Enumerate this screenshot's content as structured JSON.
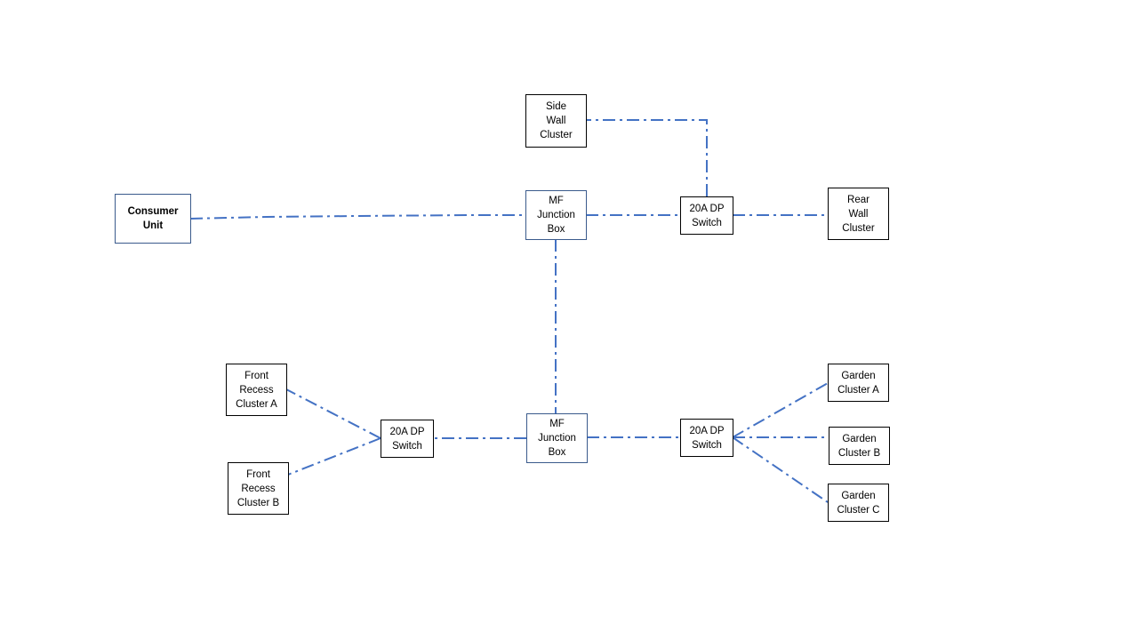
{
  "colors": {
    "wire": "#4472c4",
    "box_border": "#000000",
    "source_border": "#3a5a8c",
    "background": "#ffffff"
  },
  "nodes": {
    "consumer_unit": "Consumer\nUnit",
    "mf_junction_box_top": "MF\nJunction\nBox",
    "mf_junction_box_bottom": "MF\nJunction\nBox",
    "switch_top": "20A DP\nSwitch",
    "switch_left": "20A DP\nSwitch",
    "switch_right": "20A DP\nSwitch",
    "side_wall_cluster": "Side\nWall\nCluster",
    "rear_wall_cluster": "Rear\nWall\nCluster",
    "front_recess_cluster_a": "Front\nRecess\nCluster A",
    "front_recess_cluster_b": "Front\nRecess\nCluster B",
    "garden_cluster_a": "Garden\nCluster A",
    "garden_cluster_b": "Garden\nCluster B",
    "garden_cluster_c": "Garden\nCluster C"
  },
  "connections": [
    {
      "from": "consumer_unit",
      "to": "mf_junction_box_top"
    },
    {
      "from": "mf_junction_box_top",
      "to": "switch_top"
    },
    {
      "from": "switch_top",
      "to": "rear_wall_cluster"
    },
    {
      "from": "switch_top",
      "to": "side_wall_cluster"
    },
    {
      "from": "mf_junction_box_top",
      "to": "mf_junction_box_bottom"
    },
    {
      "from": "mf_junction_box_bottom",
      "to": "switch_left"
    },
    {
      "from": "switch_left",
      "to": "front_recess_cluster_a"
    },
    {
      "from": "switch_left",
      "to": "front_recess_cluster_b"
    },
    {
      "from": "mf_junction_box_bottom",
      "to": "switch_right"
    },
    {
      "from": "switch_right",
      "to": "garden_cluster_a"
    },
    {
      "from": "switch_right",
      "to": "garden_cluster_b"
    },
    {
      "from": "switch_right",
      "to": "garden_cluster_c"
    }
  ]
}
